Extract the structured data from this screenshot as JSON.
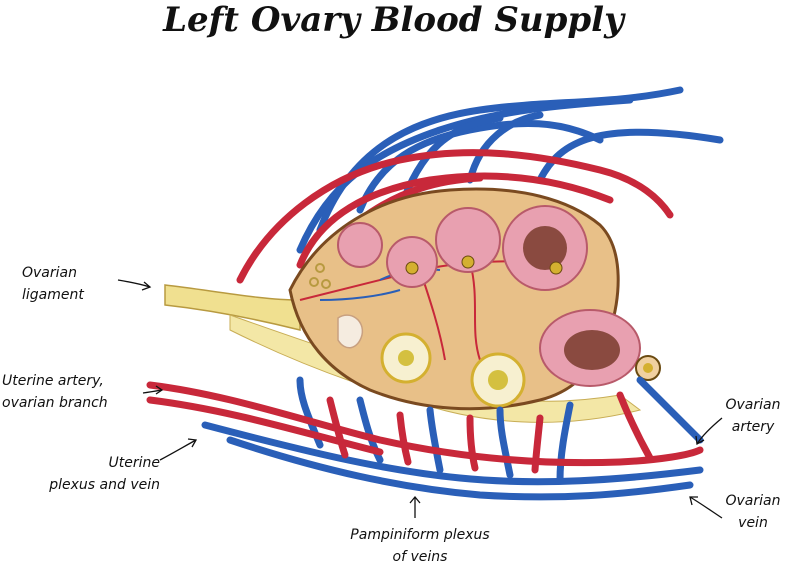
{
  "title": "Left Ovary Blood Supply",
  "labels": {
    "ovarian_ligament": [
      "Ovarian",
      "ligament"
    ],
    "uterine_artery": [
      "Uterine artery,",
      "ovarian branch"
    ],
    "uterine_plexus": [
      "Uterine",
      "plexus and vein"
    ],
    "pampiniform": [
      "Pampiniform plexus",
      "of veins"
    ],
    "ovarian_artery": [
      "Ovarian",
      "artery"
    ],
    "ovarian_vein": [
      "Ovarian",
      "vein"
    ]
  },
  "colors": {
    "artery": "#c8283a",
    "vein": "#2a5fb8",
    "ovary": "#e8c088",
    "follicle": "#e8a0b0",
    "ligament": "#f0e090"
  }
}
